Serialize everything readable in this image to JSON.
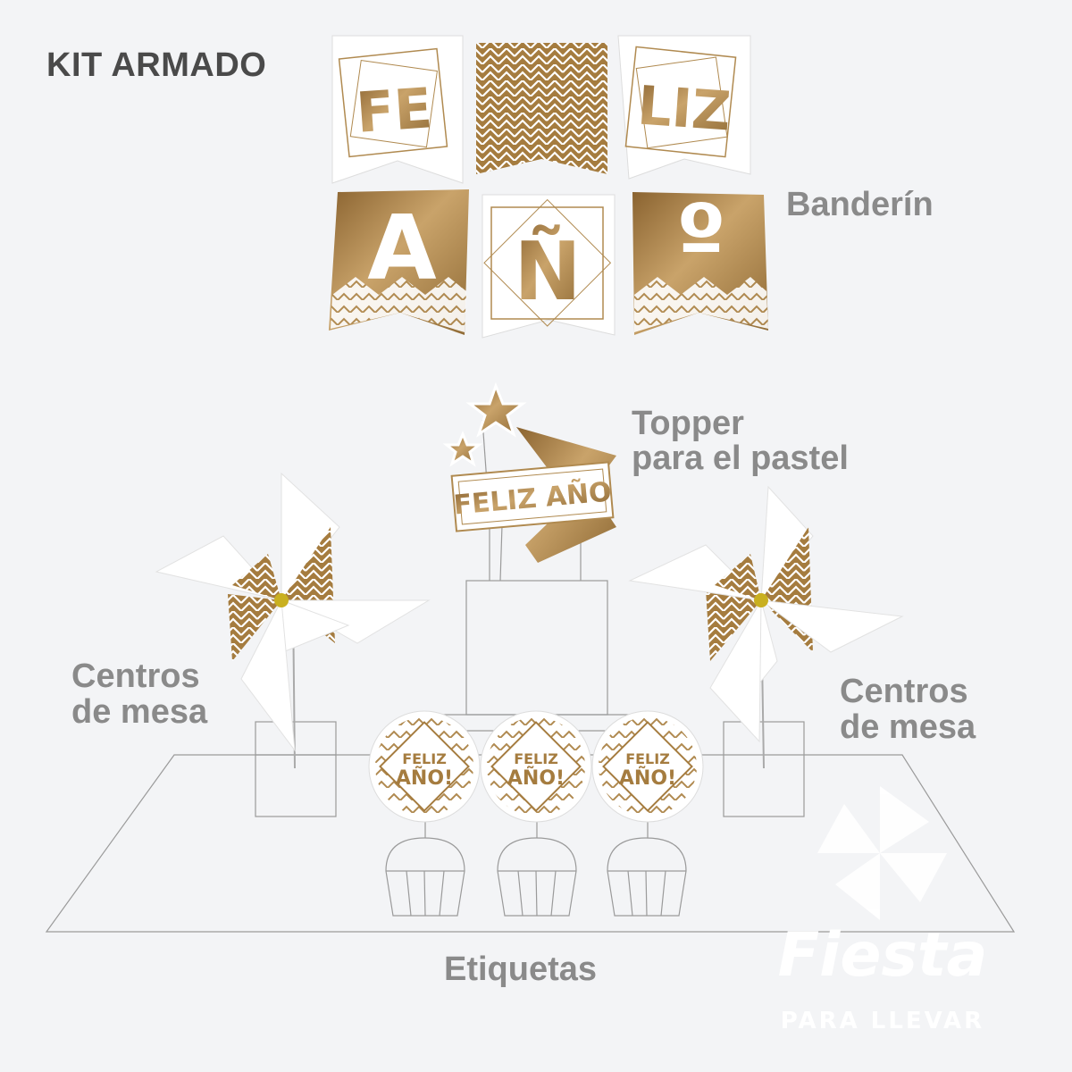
{
  "title": "KIT ARMADO",
  "labels": {
    "banderin": "Banderín",
    "topper_line1": "Topper",
    "topper_line2": "para el pastel",
    "centros_left_line1": "Centros",
    "centros_left_line2": "de mesa",
    "centros_right_line1": "Centros",
    "centros_right_line2": "de mesa",
    "etiquetas": "Etiquetas"
  },
  "banner": {
    "row1": [
      "FE",
      "",
      "LIZ"
    ],
    "row2": [
      "A",
      "Ñ",
      "º"
    ]
  },
  "topper_text": "FELIZ AÑO",
  "sticker": {
    "line1": "FELIZ",
    "line2": "AÑO!"
  },
  "brand": {
    "name": "Fiesta",
    "tagline": "PARA LLEVAR"
  },
  "colors": {
    "gold": "#a57c3f",
    "gold_light": "#c9a36a",
    "outline": "#9a9a9a",
    "label": "#8a8a8a",
    "background": "#f3f4f6"
  }
}
